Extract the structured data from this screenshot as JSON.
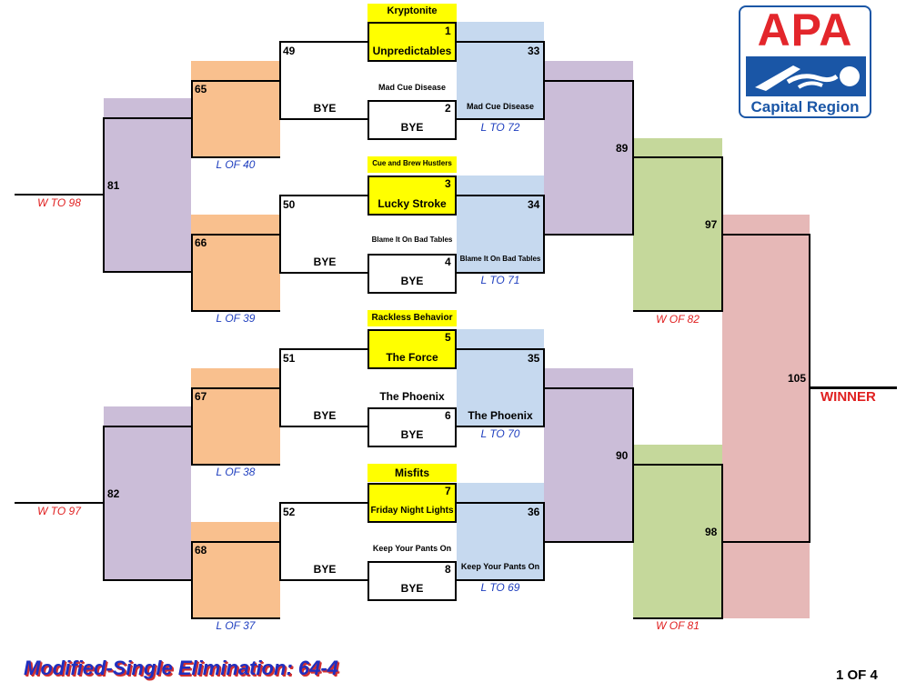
{
  "logo": {
    "letters": "APA",
    "region": "Capital Region",
    "colors": {
      "red": "#e3262b",
      "blue": "#1a56a6"
    }
  },
  "footer": {
    "title": "Modified-Single Elimination: 64-4",
    "page": "1 OF 4"
  },
  "winner_label": "WINNER",
  "seeds": [
    {
      "seed": "1",
      "header": "Kryptonite",
      "team": "Unpredictables"
    },
    {
      "seed": "2",
      "team": "BYE"
    },
    {
      "seed": "3",
      "header": "Cue and Brew Hustlers",
      "team": "Lucky Stroke"
    },
    {
      "seed": "4",
      "team": "BYE"
    },
    {
      "seed": "5",
      "header": "Rackless Behavior",
      "team": "The Force"
    },
    {
      "seed": "6",
      "team": "BYE"
    },
    {
      "seed": "7",
      "header": "Misfits",
      "team": "Friday Night Lights"
    },
    {
      "seed": "8",
      "team": "BYE"
    }
  ],
  "left_matches": [
    {
      "num": "49",
      "bye": "BYE",
      "winner_note": "Mad Cue Disease"
    },
    {
      "num": "50",
      "bye": "BYE",
      "winner_note": "Blame It On Bad Tables"
    },
    {
      "num": "51",
      "bye": "BYE",
      "winner_note": "The Phoenix"
    },
    {
      "num": "52",
      "bye": "BYE",
      "winner_note": "Keep Your Pants On"
    }
  ],
  "right_matches": [
    {
      "num": "33",
      "team": "Mad Cue Disease",
      "note": "L TO 72"
    },
    {
      "num": "34",
      "team": "Blame It On Bad Tables",
      "note": "L TO 71"
    },
    {
      "num": "35",
      "team": "The Phoenix",
      "note": "L TO 70"
    },
    {
      "num": "36",
      "team": "Keep Your Pants On",
      "note": "L TO 69"
    }
  ],
  "loser_matches": [
    {
      "num": "65",
      "note": "L OF 40"
    },
    {
      "num": "66",
      "note": "L OF 39"
    },
    {
      "num": "67",
      "note": "L OF 38"
    },
    {
      "num": "68",
      "note": "L OF 37"
    }
  ],
  "loser_semis": [
    {
      "num": "81",
      "note": "W TO 98"
    },
    {
      "num": "82",
      "note": "W TO 97"
    }
  ],
  "right_round2": [
    {
      "num": "89"
    },
    {
      "num": "90"
    }
  ],
  "right_round3": [
    {
      "num": "97",
      "note": "W OF 82"
    },
    {
      "num": "98",
      "note": "W OF 81"
    }
  ],
  "final": {
    "num": "105"
  }
}
